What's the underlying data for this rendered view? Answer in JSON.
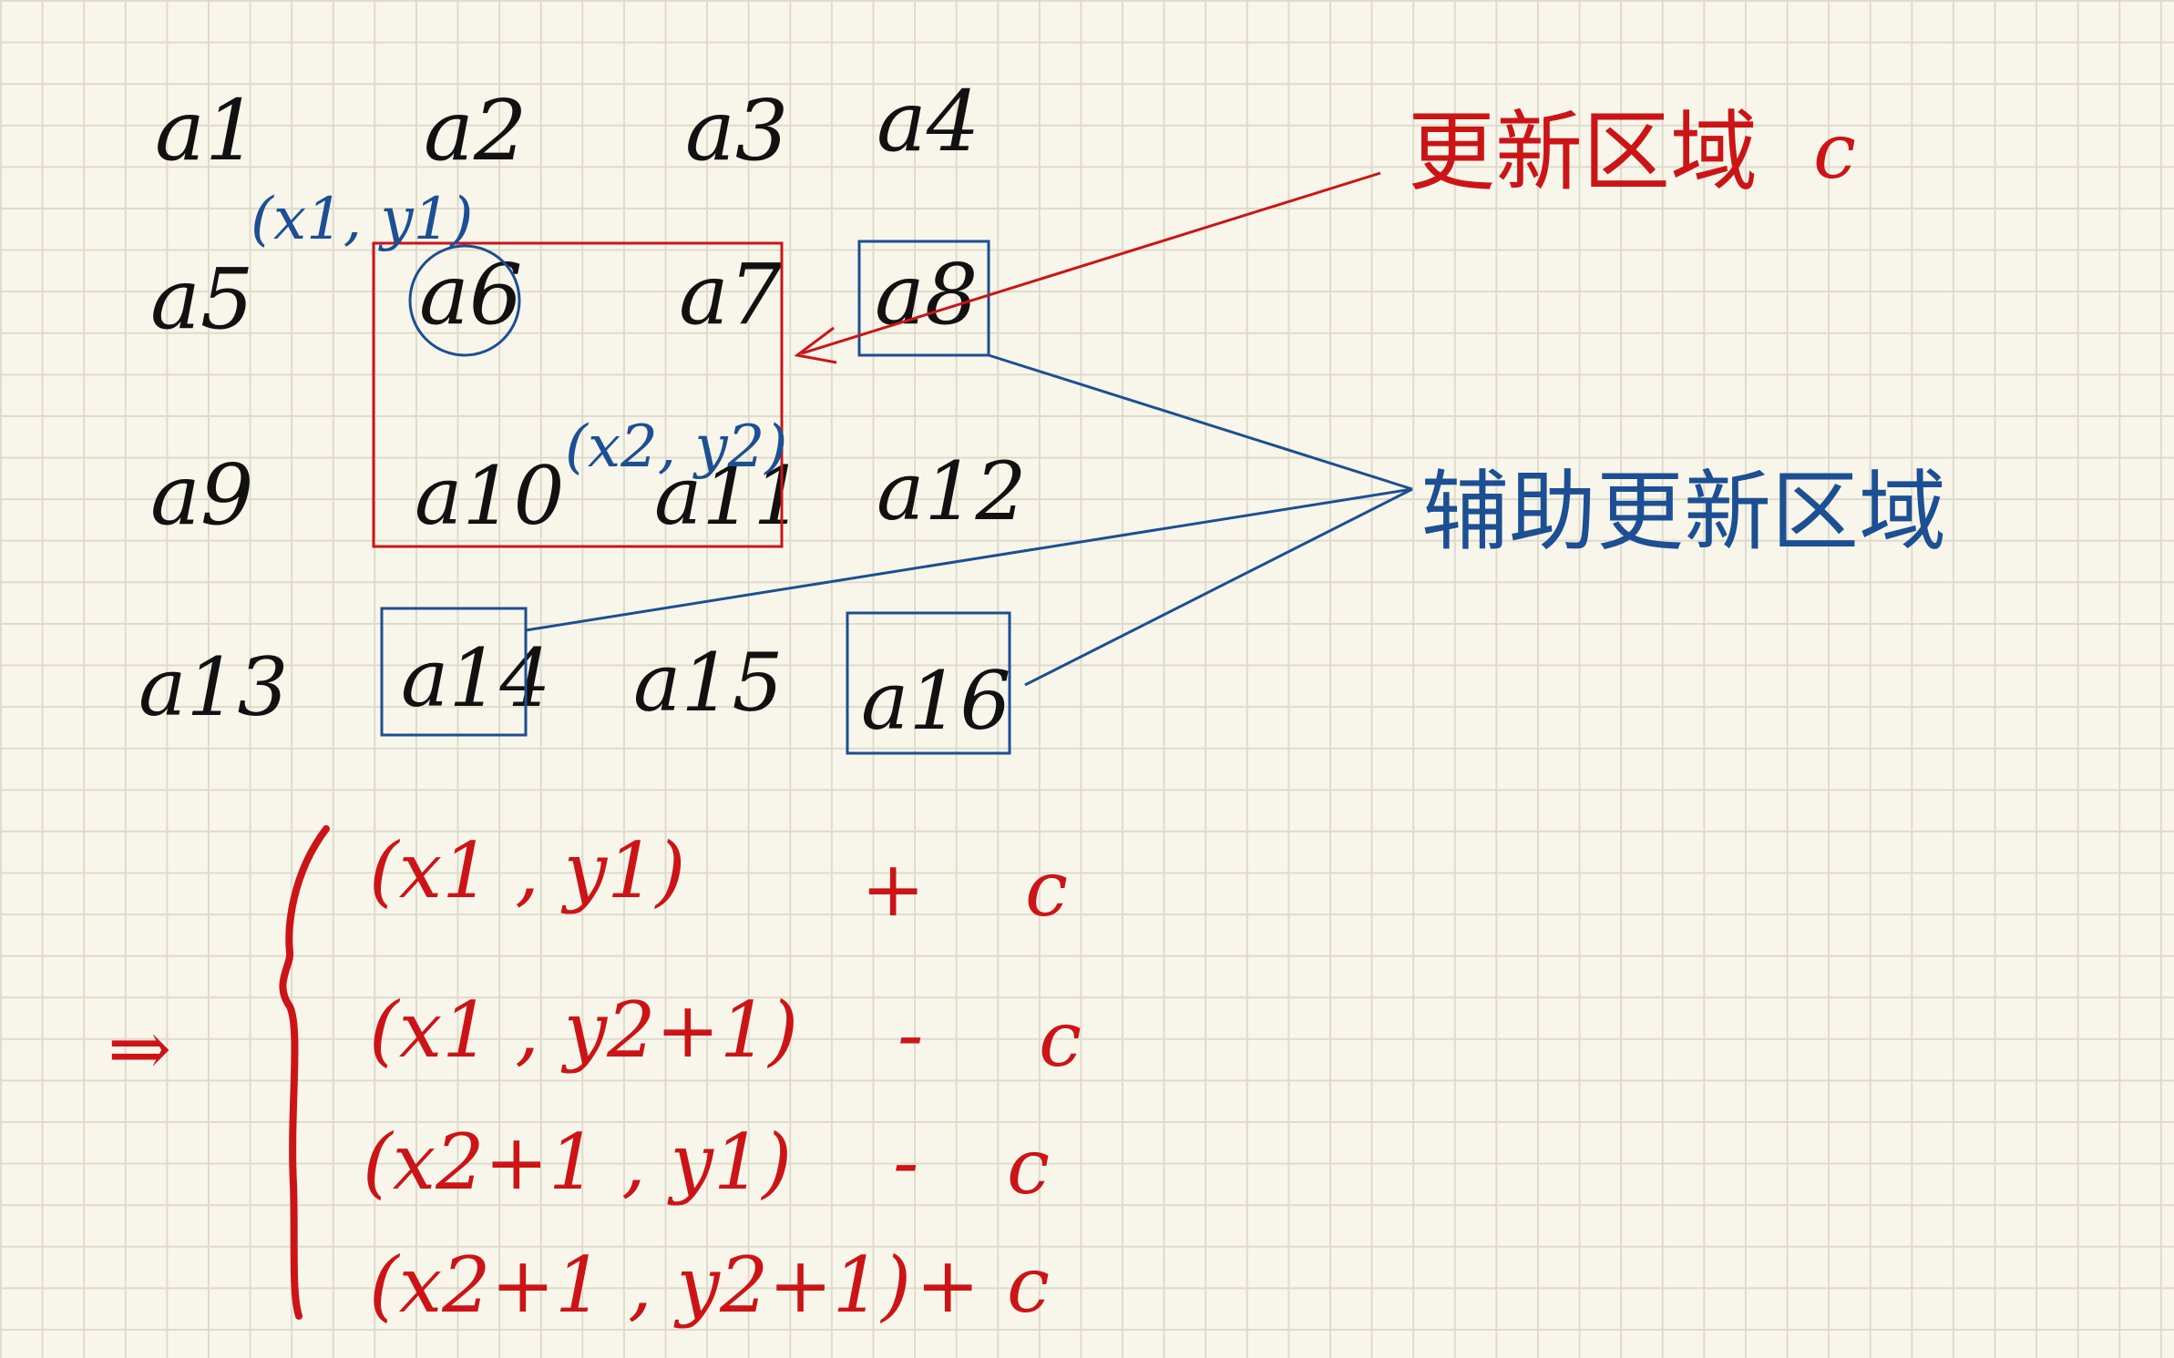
{
  "cells": {
    "a1": "a1",
    "a2": "a2",
    "a3": "a3",
    "a4": "a4",
    "a5": "a5",
    "a6": "a6",
    "a7": "a7",
    "a8": "a8",
    "a9": "a9",
    "a10": "a10",
    "a11": "a11",
    "a12": "a12",
    "a13": "a13",
    "a14": "a14",
    "a15": "a15",
    "a16": "a16"
  },
  "corners": {
    "top_left": "(x1, y1)",
    "bottom_right": "(x2, y2)"
  },
  "labels": {
    "update_region": "更新区域",
    "update_value": "c",
    "aux_region": "辅助更新区域"
  },
  "formula": {
    "arrow": "⇒",
    "rows": [
      {
        "point": "(x1 , y1)",
        "sign": "+",
        "value": "c"
      },
      {
        "point": "(x1 , y2+1)",
        "sign": "-",
        "value": "c"
      },
      {
        "point": "(x2+1 , y1)",
        "sign": "-",
        "value": "c"
      },
      {
        "point": "(x2+1 , y2+1)",
        "sign": "+",
        "value": "c"
      }
    ]
  },
  "colors": {
    "red": "#cc1417",
    "blue": "#1c4f93",
    "ink": "#111111",
    "paper": "#f8f6ea",
    "grid": "#dedbcd"
  }
}
